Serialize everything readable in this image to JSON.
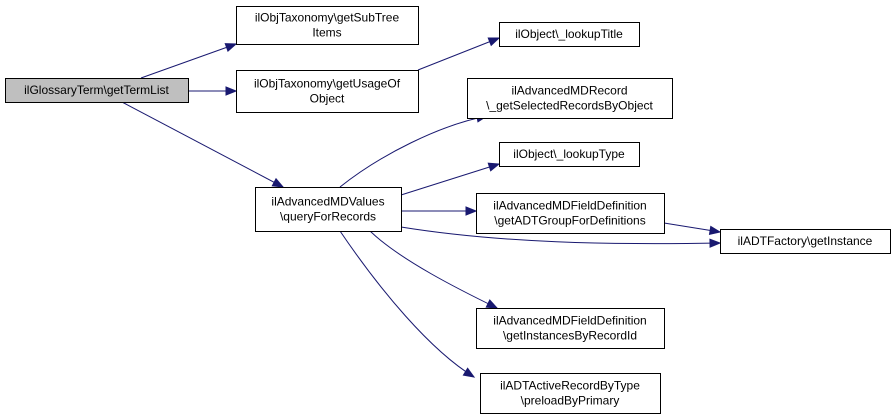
{
  "colors": {
    "edge": "#191970",
    "node_fill": "#ffffff",
    "root_fill": "#bfbfbf",
    "node_stroke": "#000000"
  },
  "nodes": {
    "getTermList": {
      "label": [
        "ilGlossaryTerm\\getTermList"
      ],
      "root": true
    },
    "getSubTreeItems": {
      "label": [
        "ilObjTaxonomy\\getSubTree",
        "Items"
      ]
    },
    "getUsageOfObject": {
      "label": [
        "ilObjTaxonomy\\getUsageOf",
        "Object"
      ]
    },
    "lookupTitle": {
      "label": [
        "ilObject\\_lookupTitle"
      ]
    },
    "queryForRecords": {
      "label": [
        "ilAdvancedMDValues",
        "\\queryForRecords"
      ]
    },
    "getSelectedRecordsByObject": {
      "label": [
        "ilAdvancedMDRecord",
        "\\_getSelectedRecordsByObject"
      ]
    },
    "lookupType": {
      "label": [
        "ilObject\\_lookupType"
      ]
    },
    "getADTGroupForDefinitions": {
      "label": [
        "ilAdvancedMDFieldDefinition",
        "\\getADTGroupForDefinitions"
      ]
    },
    "getInstance": {
      "label": [
        "ilADTFactory\\getInstance"
      ]
    },
    "getInstancesByRecordId": {
      "label": [
        "ilAdvancedMDFieldDefinition",
        "\\getInstancesByRecordId"
      ]
    },
    "preloadByPrimary": {
      "label": [
        "ilADTActiveRecordByType",
        "\\preloadByPrimary"
      ]
    }
  },
  "edges": [
    {
      "from": "getTermList",
      "to": "getSubTreeItems"
    },
    {
      "from": "getTermList",
      "to": "getUsageOfObject"
    },
    {
      "from": "getTermList",
      "to": "queryForRecords"
    },
    {
      "from": "getUsageOfObject",
      "to": "lookupTitle"
    },
    {
      "from": "queryForRecords",
      "to": "getSelectedRecordsByObject"
    },
    {
      "from": "queryForRecords",
      "to": "lookupType"
    },
    {
      "from": "queryForRecords",
      "to": "getADTGroupForDefinitions"
    },
    {
      "from": "queryForRecords",
      "to": "getInstance"
    },
    {
      "from": "queryForRecords",
      "to": "getInstancesByRecordId"
    },
    {
      "from": "queryForRecords",
      "to": "preloadByPrimary"
    },
    {
      "from": "getADTGroupForDefinitions",
      "to": "getInstance"
    }
  ]
}
